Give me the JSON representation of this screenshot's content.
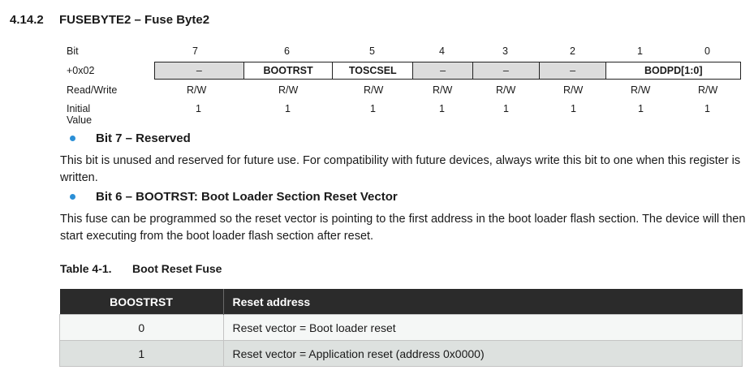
{
  "section": {
    "number": "4.14.2",
    "title": "FUSEBYTE2 – Fuse Byte2"
  },
  "register": {
    "row_labels": {
      "bit": "Bit",
      "address": "+0x02",
      "access": "Read/Write",
      "initial": "Initial Value"
    },
    "bits": [
      "7",
      "6",
      "5",
      "4",
      "3",
      "2",
      "1",
      "0"
    ],
    "fields": [
      "–",
      "BOOTRST",
      "TOSCSEL",
      "–",
      "–",
      "–",
      "BODPD[1:0]"
    ],
    "access": [
      "R/W",
      "R/W",
      "R/W",
      "R/W",
      "R/W",
      "R/W",
      "R/W",
      "R/W"
    ],
    "initial": [
      "1",
      "1",
      "1",
      "1",
      "1",
      "1",
      "1",
      "1"
    ]
  },
  "bit7": {
    "heading": "Bit 7 – Reserved",
    "text": "This bit is unused and reserved for future use. For compatibility with future devices, always write this bit to one when this register is written."
  },
  "bit6": {
    "heading": "Bit 6 – BOOTRST: Boot Loader Section Reset Vector",
    "text": "This fuse can be programmed so the reset vector is pointing to the first address in the boot loader flash section. The device will then start executing from the boot loader flash section after reset."
  },
  "table": {
    "number": "Table 4-1.",
    "title": "Boot Reset Fuse",
    "headers": [
      "BOOSTRST",
      "Reset address"
    ],
    "rows": [
      [
        "0",
        "Reset vector = Boot loader reset"
      ],
      [
        "1",
        "Reset vector = Application reset (address 0x0000)"
      ]
    ]
  },
  "colors": {
    "bullet": "#2b8fd6",
    "table_header": "#2b2b2b",
    "reserved_field": "#dcdcdc"
  }
}
